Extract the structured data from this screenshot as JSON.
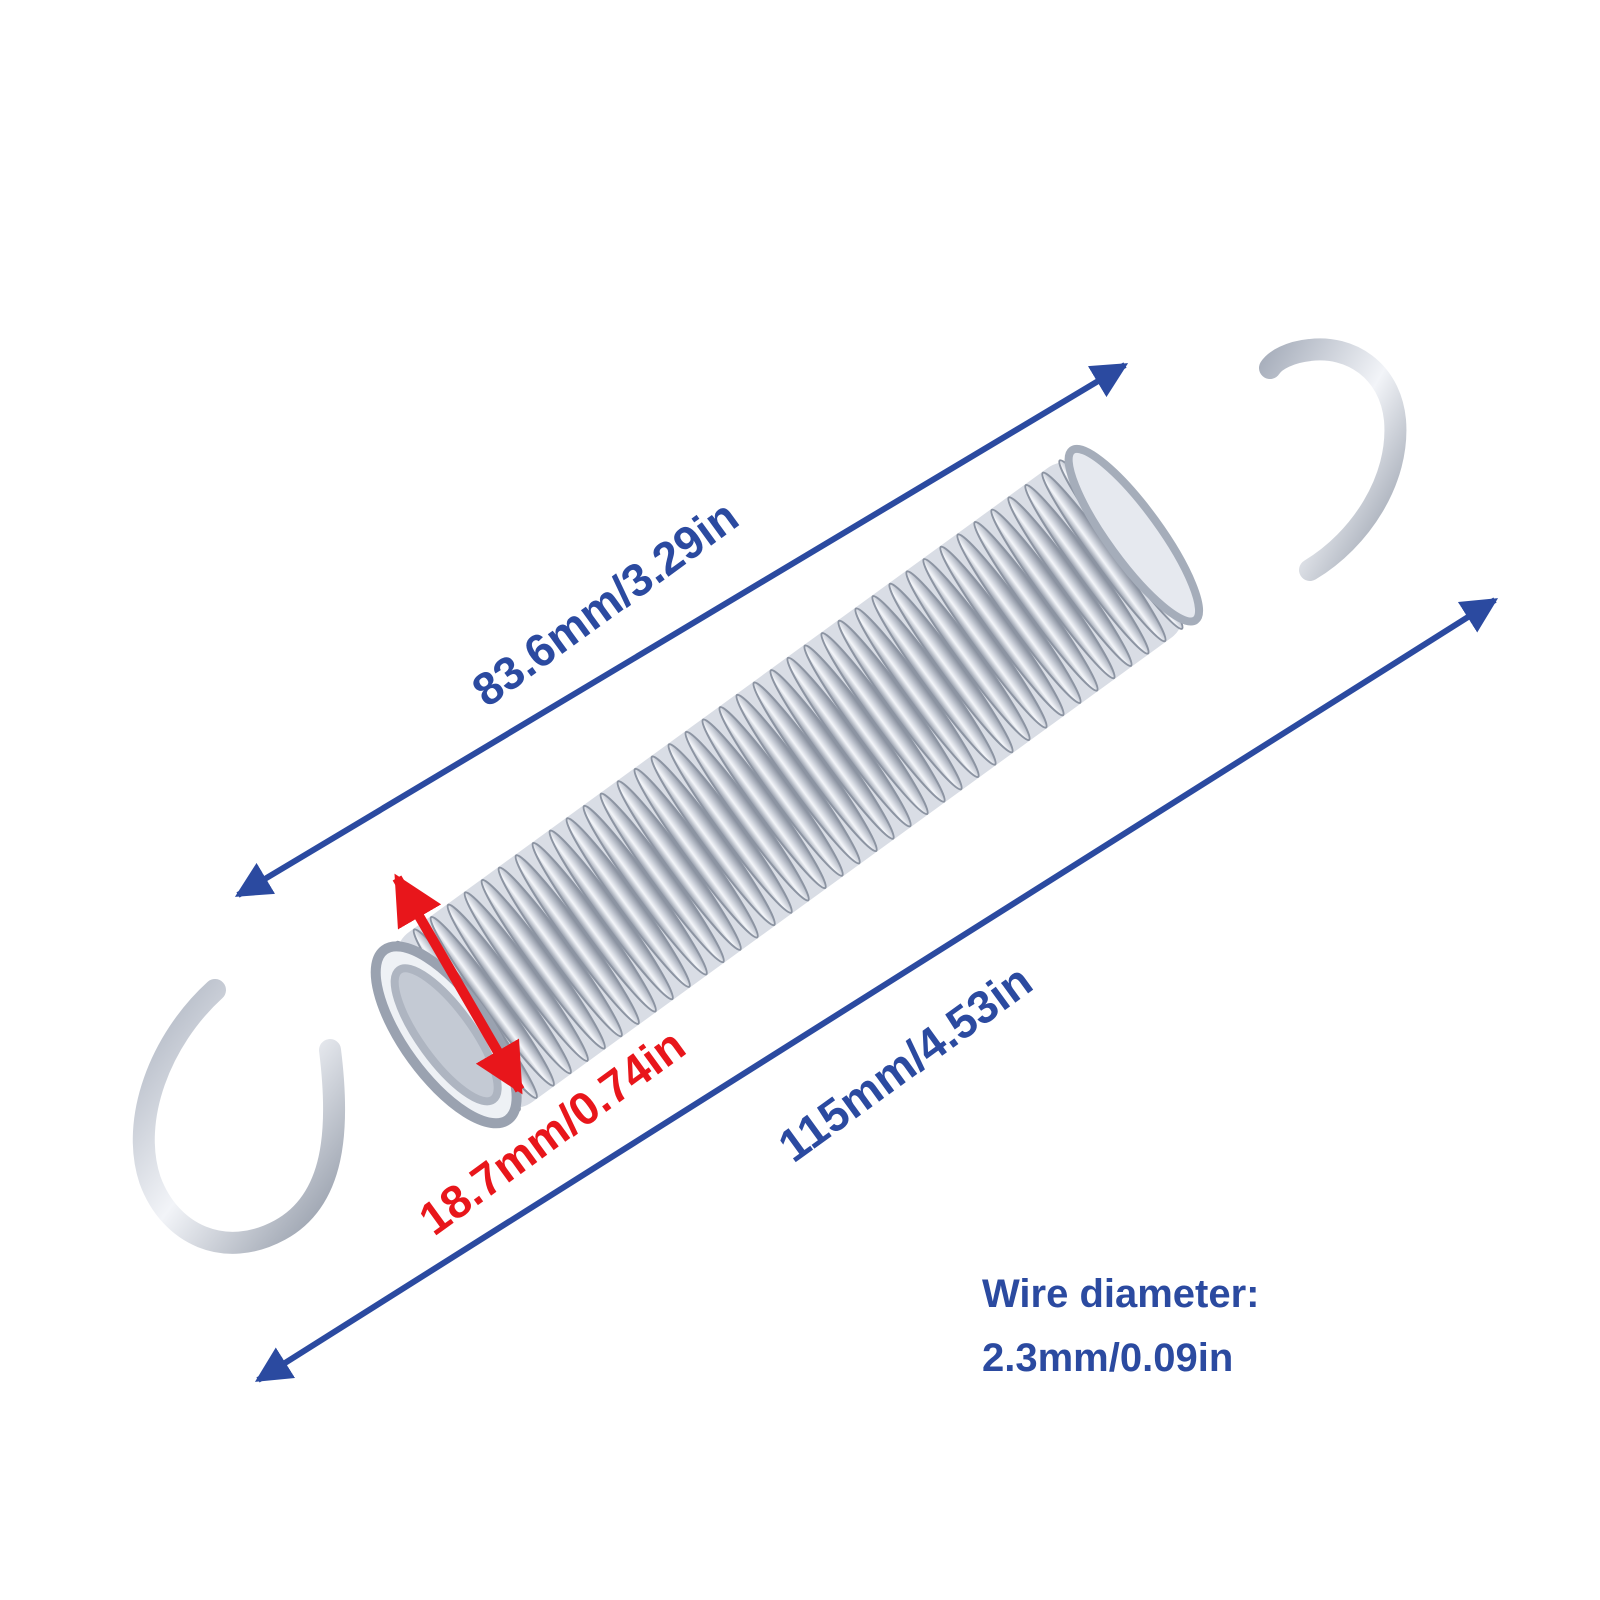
{
  "dimensions": {
    "body_length": "83.6mm/3.29in",
    "total_length": "115mm/4.53in",
    "outer_diameter": "18.7mm/0.74in",
    "wire_diameter_label": "Wire diameter:",
    "wire_diameter_value": "2.3mm/0.09in"
  },
  "colors": {
    "dimension_blue": "#2b4aa0",
    "diameter_red": "#e8161b",
    "steel": "#c9ced8",
    "background": "#ffffff"
  },
  "icons": {
    "spring": "extension-spring-icon"
  }
}
